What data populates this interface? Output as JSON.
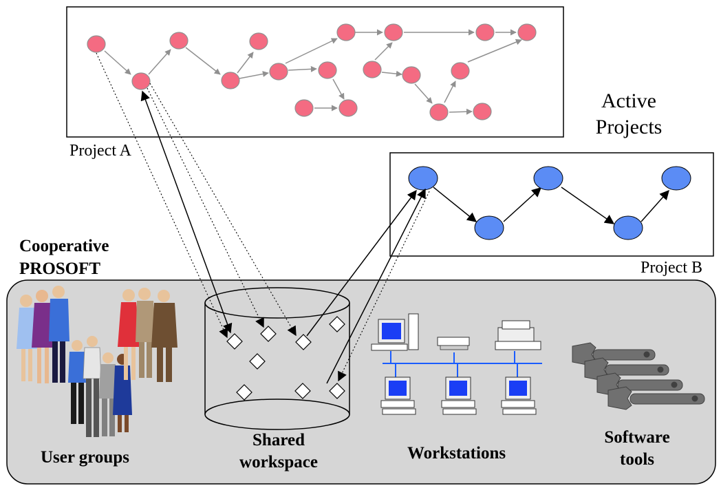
{
  "labels": {
    "project_a": "Project A",
    "project_b": "Project B",
    "active_projects": [
      "Active",
      "Projects"
    ],
    "system": [
      "Cooperative",
      "PROSOFT"
    ],
    "user_groups": "User groups",
    "shared_workspace": [
      "Shared",
      "workspace"
    ],
    "workstations": "Workstations",
    "software_tools": [
      "Software",
      "tools"
    ]
  },
  "colors": {
    "project_a_node": "#f46b82",
    "project_b_node": "#5b8cf5",
    "workspace_fill": "#d6d6d6",
    "arrow_gray": "#909090"
  },
  "icons": [
    "people-icon",
    "database-cylinder-icon",
    "computer-icon",
    "printer-icon",
    "network-hub-icon",
    "wrench-icon"
  ]
}
